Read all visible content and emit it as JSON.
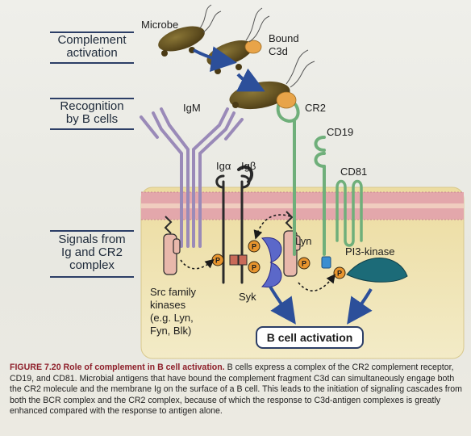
{
  "side_labels": {
    "complement_activation": "Complement\nactivation",
    "recognition": "Recognition\nby B cells",
    "signals": "Signals from\nIg and CR2\ncomplex"
  },
  "labels": {
    "microbe": "Microbe",
    "bound_c3d": "Bound\nC3d",
    "igm": "IgM",
    "cr2": "CR2",
    "cd19": "CD19",
    "cd81": "CD81",
    "ig_alpha": "Igα",
    "ig_beta": "Igβ",
    "lyn": "Lyn",
    "pi3_kinase": "PI3-kinase",
    "syk": "Syk",
    "phospho": "P",
    "src_family": "Src family\nkinases\n(e.g. Lyn,\nFyn, Blk)",
    "b_cell_activation": "B cell activation"
  },
  "caption": {
    "title": "FIGURE 7.20 Role of complement in B cell activation.",
    "body": "B cells express a complex of the CR2 complement receptor, CD19, and CD81. Microbial antigens that have bound the complement fragment C3d can simultaneously engage both the CR2 molecule and the membrane Ig on the surface of a B cell. This leads to the initiation of signaling cascades from both the BCR complex and the CR2 complex, because of which the response to C3d-antigen complexes is greatly enhanced compared with the response to antigen alone."
  },
  "colors": {
    "microbe": "#5b4a1e",
    "c3d": "#e8a449",
    "receptor_purple": "#9a8ab8",
    "cr2_green": "#6faf7a",
    "phospho": "#e8952e",
    "arrow_blue": "#2c4f9a",
    "membrane_pink": "#e3a7ab",
    "cell_fill": "#f1e6b6"
  }
}
